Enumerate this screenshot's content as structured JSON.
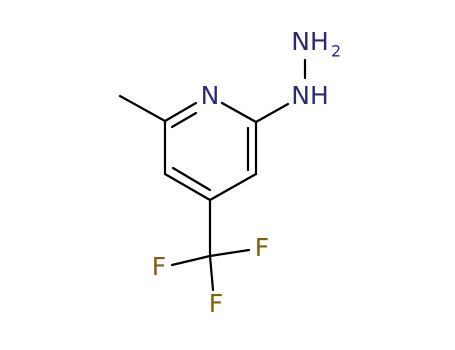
{
  "molecule": {
    "atoms": [
      {
        "key": "ring-n",
        "text": "N",
        "color": "#2e2a78"
      },
      {
        "key": "hydrazine-nh",
        "text": "NH",
        "color": "#2e2a78"
      },
      {
        "key": "hydrazine-nh2",
        "text": "NH",
        "subscript": "2",
        "color": "#2e2a78"
      },
      {
        "key": "fluorine-left",
        "text": "F",
        "color": "#806010"
      },
      {
        "key": "fluorine-right",
        "text": "F",
        "color": "#806010"
      },
      {
        "key": "fluorine-bottom",
        "text": "F",
        "color": "#806010"
      }
    ],
    "bond_color": "#000000"
  }
}
